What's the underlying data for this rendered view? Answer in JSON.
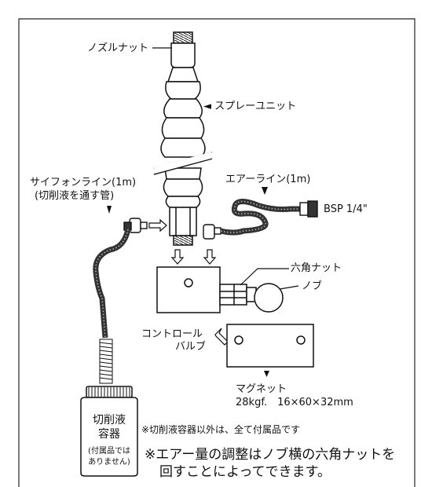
{
  "labels": {
    "nozzle_nut": "ノズルナット",
    "spray_unit": "◄ スプレーユニット",
    "siphon_line_1": "サイフォンライン(1m)",
    "siphon_line_2": "(切削液を通す管)",
    "air_line": "エアーライン(1m)",
    "bsp": "BSP 1/4\"",
    "hex_nut": "六角ナット",
    "knob": "ノブ",
    "control_valve_1": "コントロール",
    "control_valve_2": "バルブ",
    "magnet_1": "マグネット",
    "magnet_2": "28kgf.　16×60×32mm",
    "bottle_1": "切削液",
    "bottle_2": "容器",
    "bottle_3": "(付属品では",
    "bottle_4": "ありません)",
    "note_accessory": "※切削液容器以外は、全て付属品です",
    "note_adjust_1": "※エアー量の調整はノブ横の六角ナットを",
    "note_adjust_2": "回すことによってできます。"
  }
}
